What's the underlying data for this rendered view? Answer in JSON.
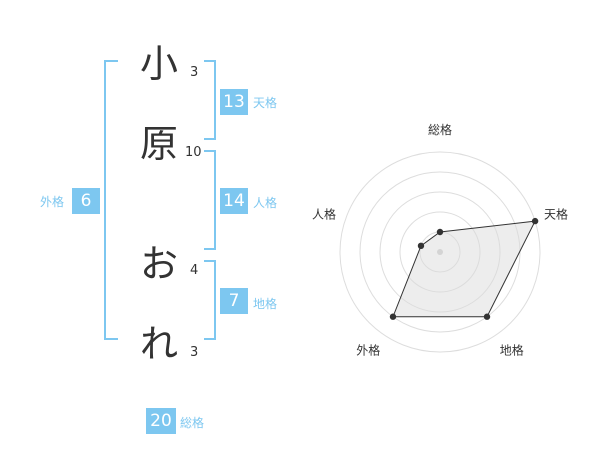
{
  "name": {
    "chars": [
      {
        "char": "小",
        "strokes": "3"
      },
      {
        "char": "原",
        "strokes": "10"
      },
      {
        "char": "お",
        "strokes": "4"
      },
      {
        "char": "れ",
        "strokes": "3"
      }
    ]
  },
  "kaku": {
    "tenkaku": {
      "value": "13",
      "label": "天格"
    },
    "jinkaku": {
      "value": "14",
      "label": "人格"
    },
    "chikaku": {
      "value": "7",
      "label": "地格"
    },
    "gaikaku": {
      "value": "6",
      "label": "外格"
    },
    "soukaku": {
      "value": "20",
      "label": "総格"
    }
  },
  "colors": {
    "accent": "#7dc7f0",
    "text": "#333333",
    "grid": "#dddddd",
    "fill": "#eeeeee"
  },
  "chart_data": {
    "type": "radar",
    "axes": [
      "総格",
      "天格",
      "地格",
      "外格",
      "人格"
    ],
    "values": [
      1,
      5,
      4,
      4,
      1
    ],
    "max": 5,
    "rings": 5
  }
}
